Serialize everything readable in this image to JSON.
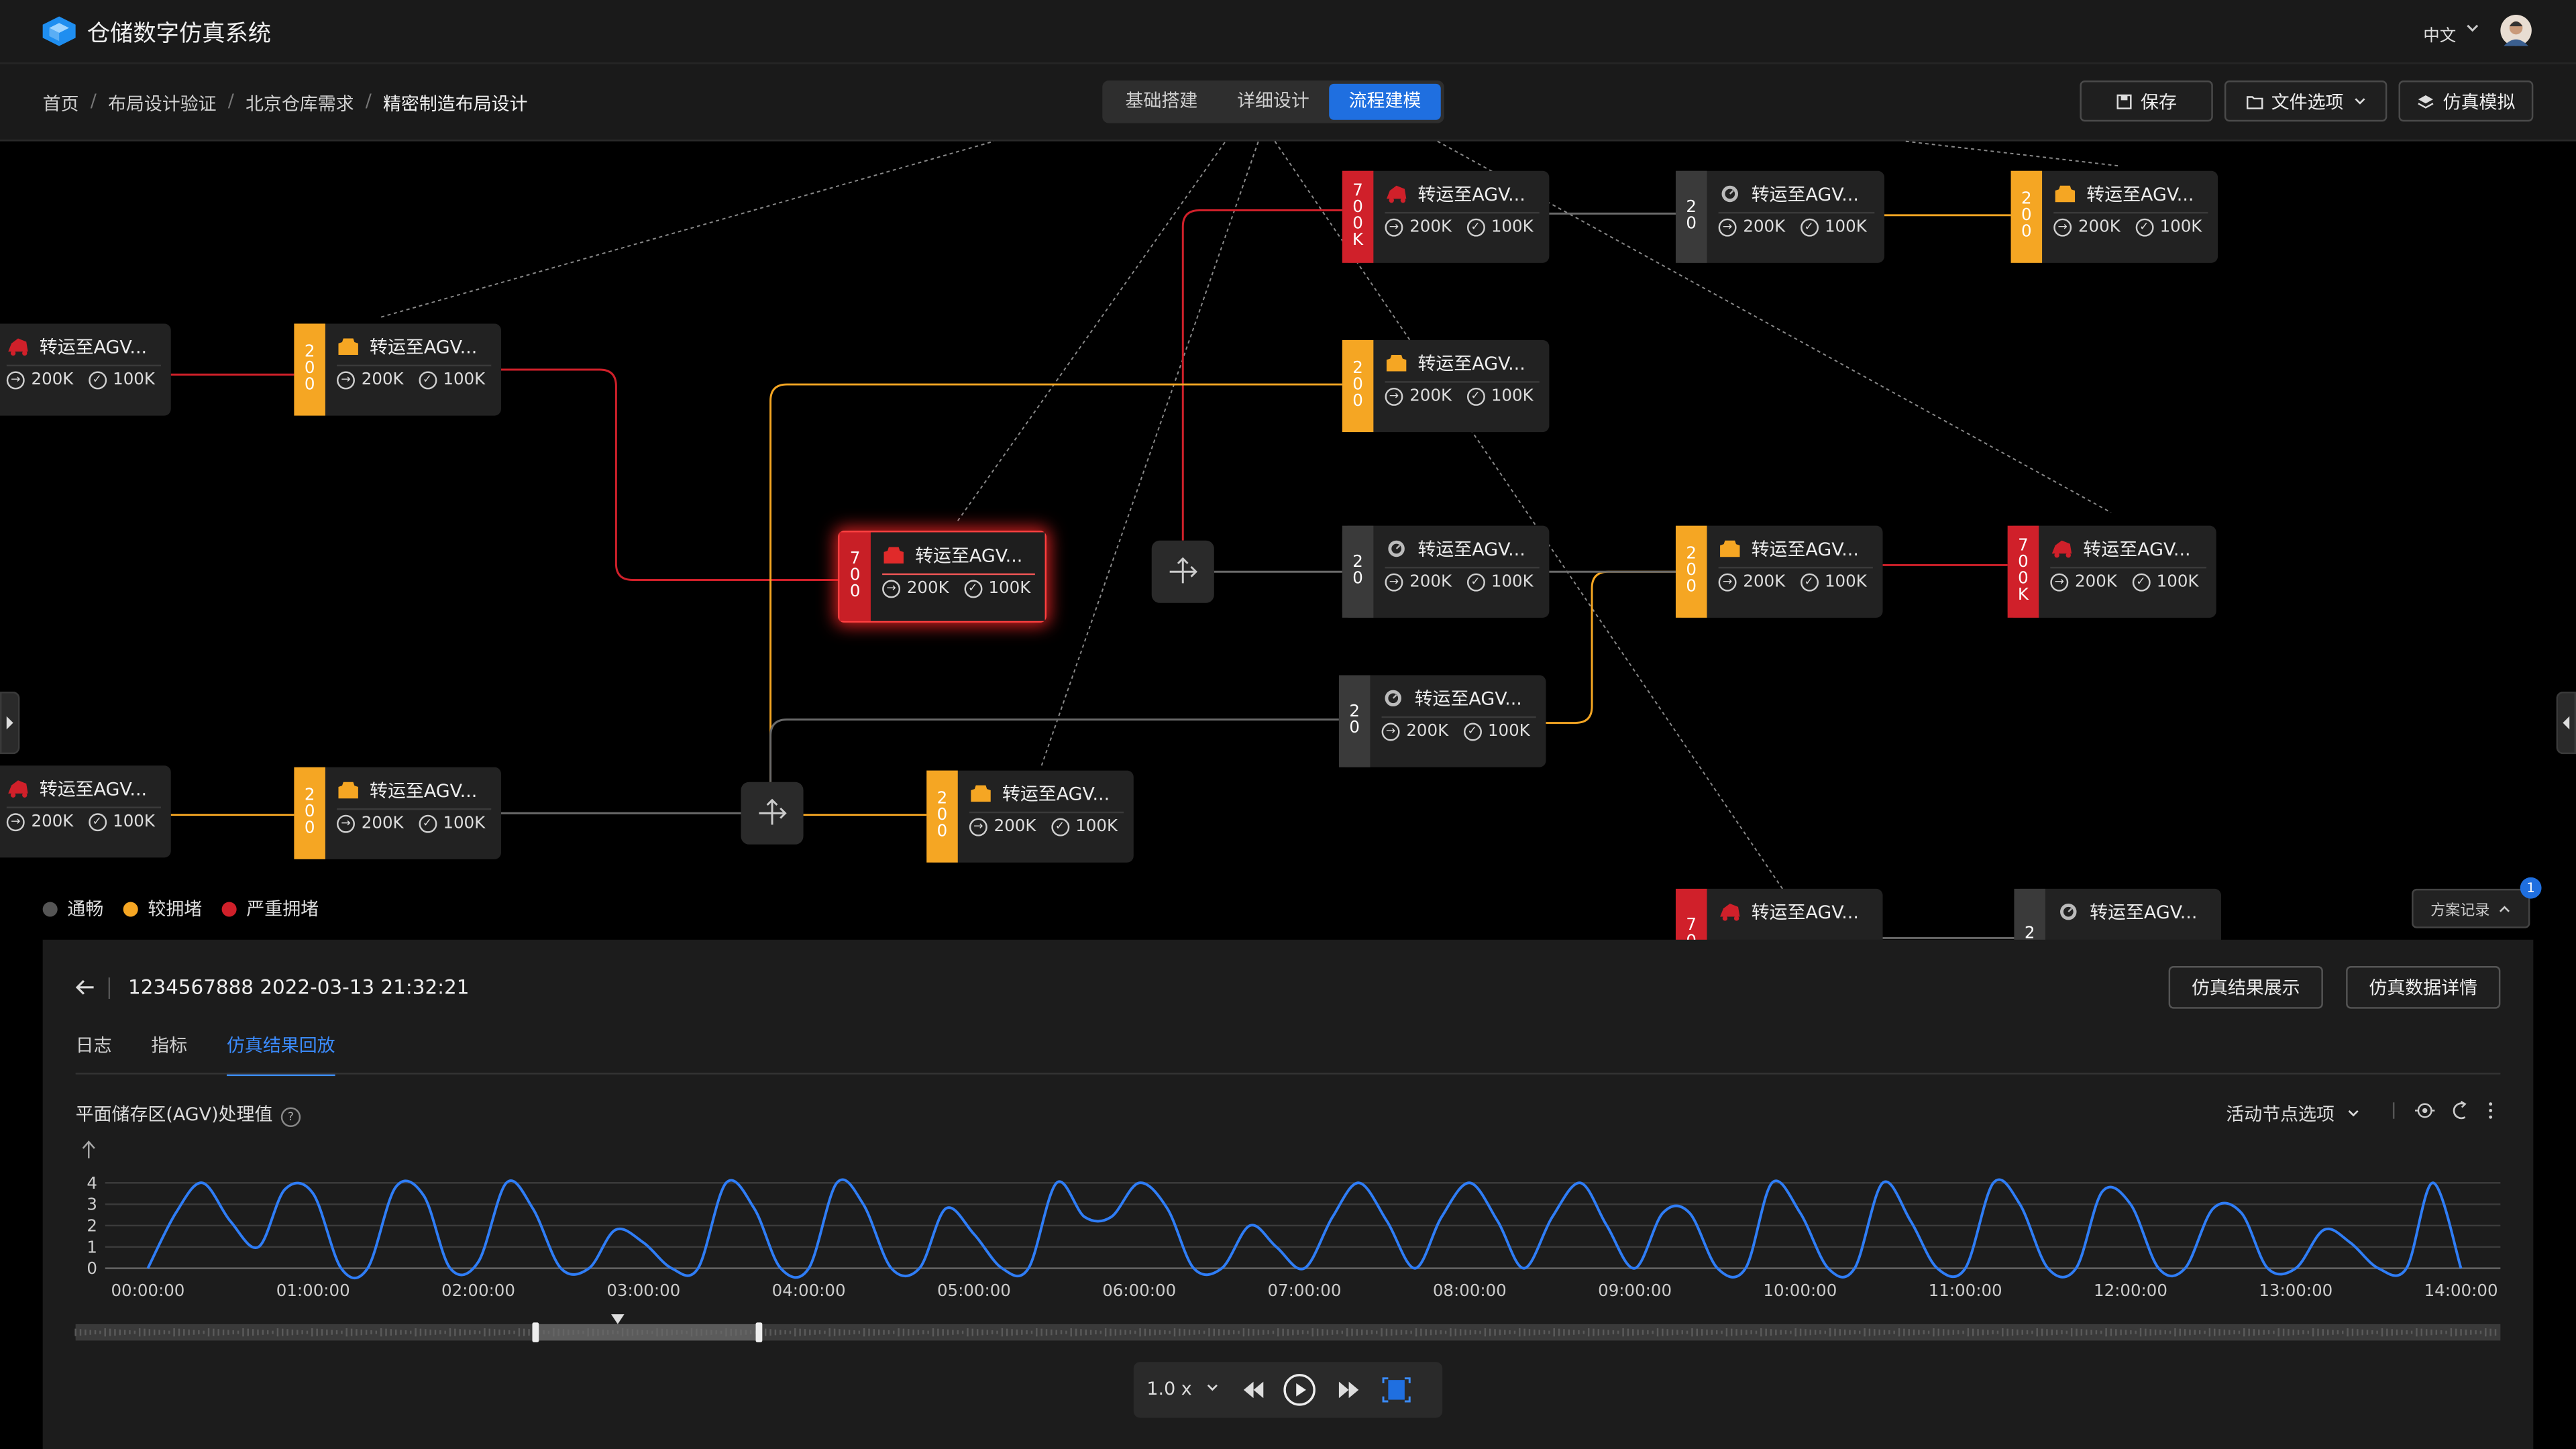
{
  "header": {
    "app_title": "仓储数字仿真系统",
    "lang": "中文"
  },
  "breadcrumb": [
    "首页",
    "布局设计验证",
    "北京仓库需求",
    "精密制造布局设计"
  ],
  "breadcrumb_sep": "/",
  "modes": [
    {
      "label": "基础搭建",
      "active": false
    },
    {
      "label": "详细设计",
      "active": false
    },
    {
      "label": "流程建模",
      "active": true
    }
  ],
  "toolbar": {
    "save": "保存",
    "file_options": "文件选项",
    "simulate": "仿真模拟"
  },
  "nodes": [
    {
      "id": "n1",
      "bar": [
        "2",
        "0",
        "0"
      ],
      "color": "orange",
      "icon": "box-icon",
      "title": "转运至AGV...",
      "in": "200K",
      "out": "100K"
    },
    {
      "id": "n2",
      "bar": [],
      "color": "none",
      "icon": "truck-icon",
      "title": "转运至AGV...",
      "in": "200K",
      "out": "100K"
    },
    {
      "id": "n3",
      "bar": [
        "7",
        "0",
        "0"
      ],
      "color": "red",
      "icon": "box-icon",
      "title": "转运至AGV...",
      "in": "200K",
      "out": "100K"
    },
    {
      "id": "n4",
      "bar": [
        "7",
        "0",
        "0",
        "K"
      ],
      "color": "red",
      "icon": "truck-icon",
      "title": "转运至AGV...",
      "in": "200K",
      "out": "100K"
    },
    {
      "id": "n5",
      "bar": [
        "2",
        "0"
      ],
      "color": "gray",
      "icon": "gauge-icon",
      "title": "转运至AGV...",
      "in": "200K",
      "out": "100K"
    },
    {
      "id": "n6",
      "bar": [
        "2",
        "0",
        "0"
      ],
      "color": "orange",
      "icon": "box-icon",
      "title": "转运至AGV...",
      "in": "200K",
      "out": "100K"
    },
    {
      "id": "n7",
      "bar": [
        "2",
        "0",
        "0"
      ],
      "color": "orange",
      "icon": "box-icon",
      "title": "转运至AGV...",
      "in": "200K",
      "out": "100K"
    },
    {
      "id": "n8",
      "bar": [
        "2",
        "0"
      ],
      "color": "gray",
      "icon": "gauge-icon",
      "title": "转运至AGV...",
      "in": "200K",
      "out": "100K"
    },
    {
      "id": "n9",
      "bar": [
        "2",
        "0",
        "0"
      ],
      "color": "orange",
      "icon": "box-icon",
      "title": "转运至AGV...",
      "in": "200K",
      "out": "100K"
    },
    {
      "id": "n10",
      "bar": [
        "7",
        "0",
        "0",
        "K"
      ],
      "color": "red",
      "icon": "truck-icon",
      "title": "转运至AGV...",
      "in": "200K",
      "out": "100K"
    },
    {
      "id": "n11",
      "bar": [
        "2",
        "0"
      ],
      "color": "gray",
      "icon": "gauge-icon",
      "title": "转运至AGV...",
      "in": "200K",
      "out": "100K"
    },
    {
      "id": "n12",
      "bar": [],
      "color": "none",
      "icon": "truck-icon",
      "title": "转运至AGV...",
      "in": "200K",
      "out": "100K"
    },
    {
      "id": "n13",
      "bar": [
        "2",
        "0",
        "0"
      ],
      "color": "orange",
      "icon": "box-icon",
      "title": "转运至AGV...",
      "in": "200K",
      "out": "100K"
    },
    {
      "id": "n14",
      "bar": [
        "2",
        "0",
        "0"
      ],
      "color": "orange",
      "icon": "box-icon",
      "title": "转运至AGV...",
      "in": "200K",
      "out": "100K"
    },
    {
      "id": "n15",
      "bar": [
        "7",
        "0"
      ],
      "color": "red",
      "icon": "truck-icon",
      "title": "转运至AGV...",
      "in": "",
      "out": ""
    },
    {
      "id": "n16",
      "bar": [
        "2"
      ],
      "color": "gray",
      "icon": "gauge-icon",
      "title": "转运至AGV...",
      "in": "",
      "out": ""
    }
  ],
  "legend": [
    {
      "label": "通畅",
      "color": "#555555"
    },
    {
      "label": "较拥堵",
      "color": "#f5a623"
    },
    {
      "label": "严重拥堵",
      "color": "#d0202a"
    }
  ],
  "scheme": {
    "label": "方案记录",
    "badge": "1"
  },
  "panel": {
    "run": "1234567888 2022-03-13 21:32:21",
    "btn_result": "仿真结果展示",
    "btn_detail": "仿真数据详情",
    "tabs": [
      {
        "label": "日志",
        "active": false
      },
      {
        "label": "指标",
        "active": false
      },
      {
        "label": "仿真结果回放",
        "active": true
      }
    ],
    "chart_title": "平面储存区(AGV)处理值",
    "node_options": "活动节点选项",
    "speed": "1.0 x"
  },
  "chart_data": {
    "type": "line",
    "title": "平面储存区(AGV)处理值",
    "xlabel": "",
    "ylabel": "",
    "ylim": [
      0,
      4
    ],
    "yticks": [
      "0",
      "1",
      "2",
      "3",
      "4"
    ],
    "xticks": [
      "00:00:00",
      "01:00:00",
      "02:00:00",
      "03:00:00",
      "04:00:00",
      "05:00:00",
      "06:00:00",
      "07:00:00",
      "08:00:00",
      "09:00:00",
      "10:00:00",
      "11:00:00",
      "12:00:00",
      "13:00:00",
      "14:00:00"
    ],
    "grid": true,
    "series": [
      {
        "color": "#2f7df6",
        "x": [
          0.0,
          0.17,
          0.33,
          0.5,
          0.67,
          0.83,
          1.0,
          1.17,
          1.33,
          1.5,
          1.67,
          1.83,
          2.0,
          2.17,
          2.33,
          2.5,
          2.67,
          2.83,
          3.0,
          3.17,
          3.33,
          3.5,
          3.67,
          3.83,
          4.0,
          4.17,
          4.33,
          4.5,
          4.67,
          4.83,
          5.0,
          5.17,
          5.33,
          5.5,
          5.67,
          5.83,
          6.0,
          6.17,
          6.33,
          6.5,
          6.67,
          6.83,
          7.0,
          7.17,
          7.33,
          7.5,
          7.67,
          7.83,
          8.0,
          8.17,
          8.33,
          8.5,
          8.67,
          8.83,
          9.0,
          9.17,
          9.33,
          9.5,
          9.67,
          9.83,
          10.0,
          10.17,
          10.33,
          10.5,
          10.67,
          10.83,
          11.0,
          11.17,
          11.33,
          11.5,
          11.67,
          11.83,
          12.0,
          12.17,
          12.33,
          12.5,
          12.67,
          12.83,
          13.0,
          13.17,
          13.33,
          13.5,
          13.67,
          13.83,
          14.0
        ],
        "values": [
          0,
          2.6,
          4,
          2.2,
          1,
          3.7,
          3.5,
          0,
          0,
          3.8,
          3.4,
          0,
          0.3,
          4,
          2.8,
          0,
          0,
          1.8,
          1.2,
          0,
          0,
          4,
          2.8,
          0,
          0,
          4,
          3,
          0,
          0,
          2.8,
          1.6,
          0,
          0,
          4,
          2.4,
          2.4,
          4,
          2.8,
          0,
          0,
          2,
          1,
          0,
          2.4,
          4,
          2.2,
          0,
          2.4,
          4,
          2.2,
          0,
          2.4,
          4,
          2,
          0,
          2.6,
          2.6,
          0,
          0,
          4,
          2.6,
          0,
          0,
          4,
          2.2,
          0,
          0,
          4,
          3,
          0,
          0,
          3.6,
          3,
          0,
          0,
          2.8,
          2.6,
          0,
          0,
          1.8,
          1.2,
          0,
          0,
          4,
          0
        ]
      }
    ]
  }
}
